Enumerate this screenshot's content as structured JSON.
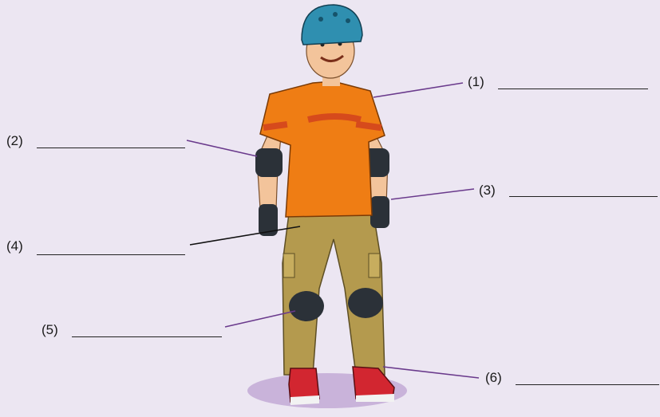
{
  "labels": [
    {
      "id": "1",
      "text": "(1)"
    },
    {
      "id": "2",
      "text": "(2)"
    },
    {
      "id": "3",
      "text": "(3)"
    },
    {
      "id": "4",
      "text": "(4)"
    },
    {
      "id": "5",
      "text": "(5)"
    },
    {
      "id": "6",
      "text": "(6)"
    }
  ],
  "colors": {
    "background": "#ece6f2",
    "helmet": "#2f8fb0",
    "shirt": "#ef7d14",
    "pants": "#b49a4e",
    "pads": "#2b3138",
    "shoes": "#d22630",
    "leader_line": "#6a3a8c",
    "shadow": "#c9b3da"
  }
}
